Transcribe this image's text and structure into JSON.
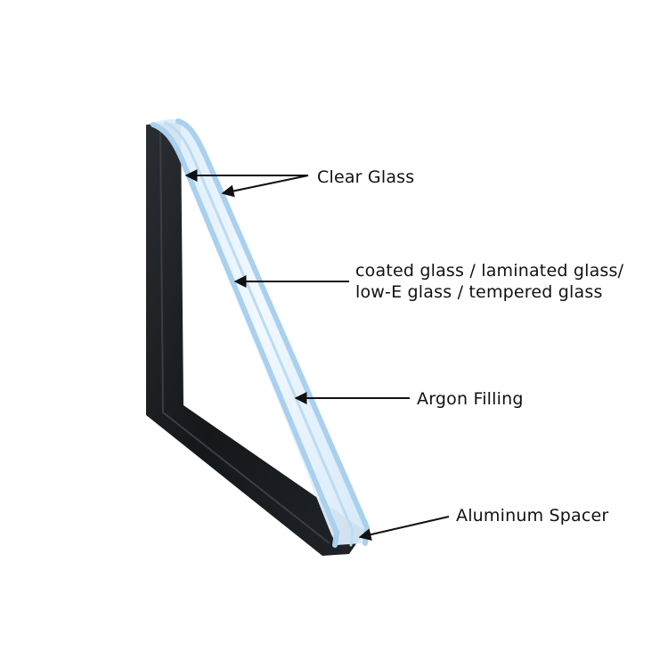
{
  "labels": {
    "clear_glass": "Clear Glass",
    "coated_line1": "coated glass / laminated glass/",
    "coated_line2": "low-E glass / tempered glass",
    "argon_filling": "Argon Filling",
    "aluminum_spacer": "Aluminum Spacer"
  },
  "colors": {
    "spacer": "#1c1f22",
    "glass_edge": "#a9d0ee",
    "glass_fill": "#e6f2fb",
    "arrow": "#111111",
    "text": "#111111"
  }
}
